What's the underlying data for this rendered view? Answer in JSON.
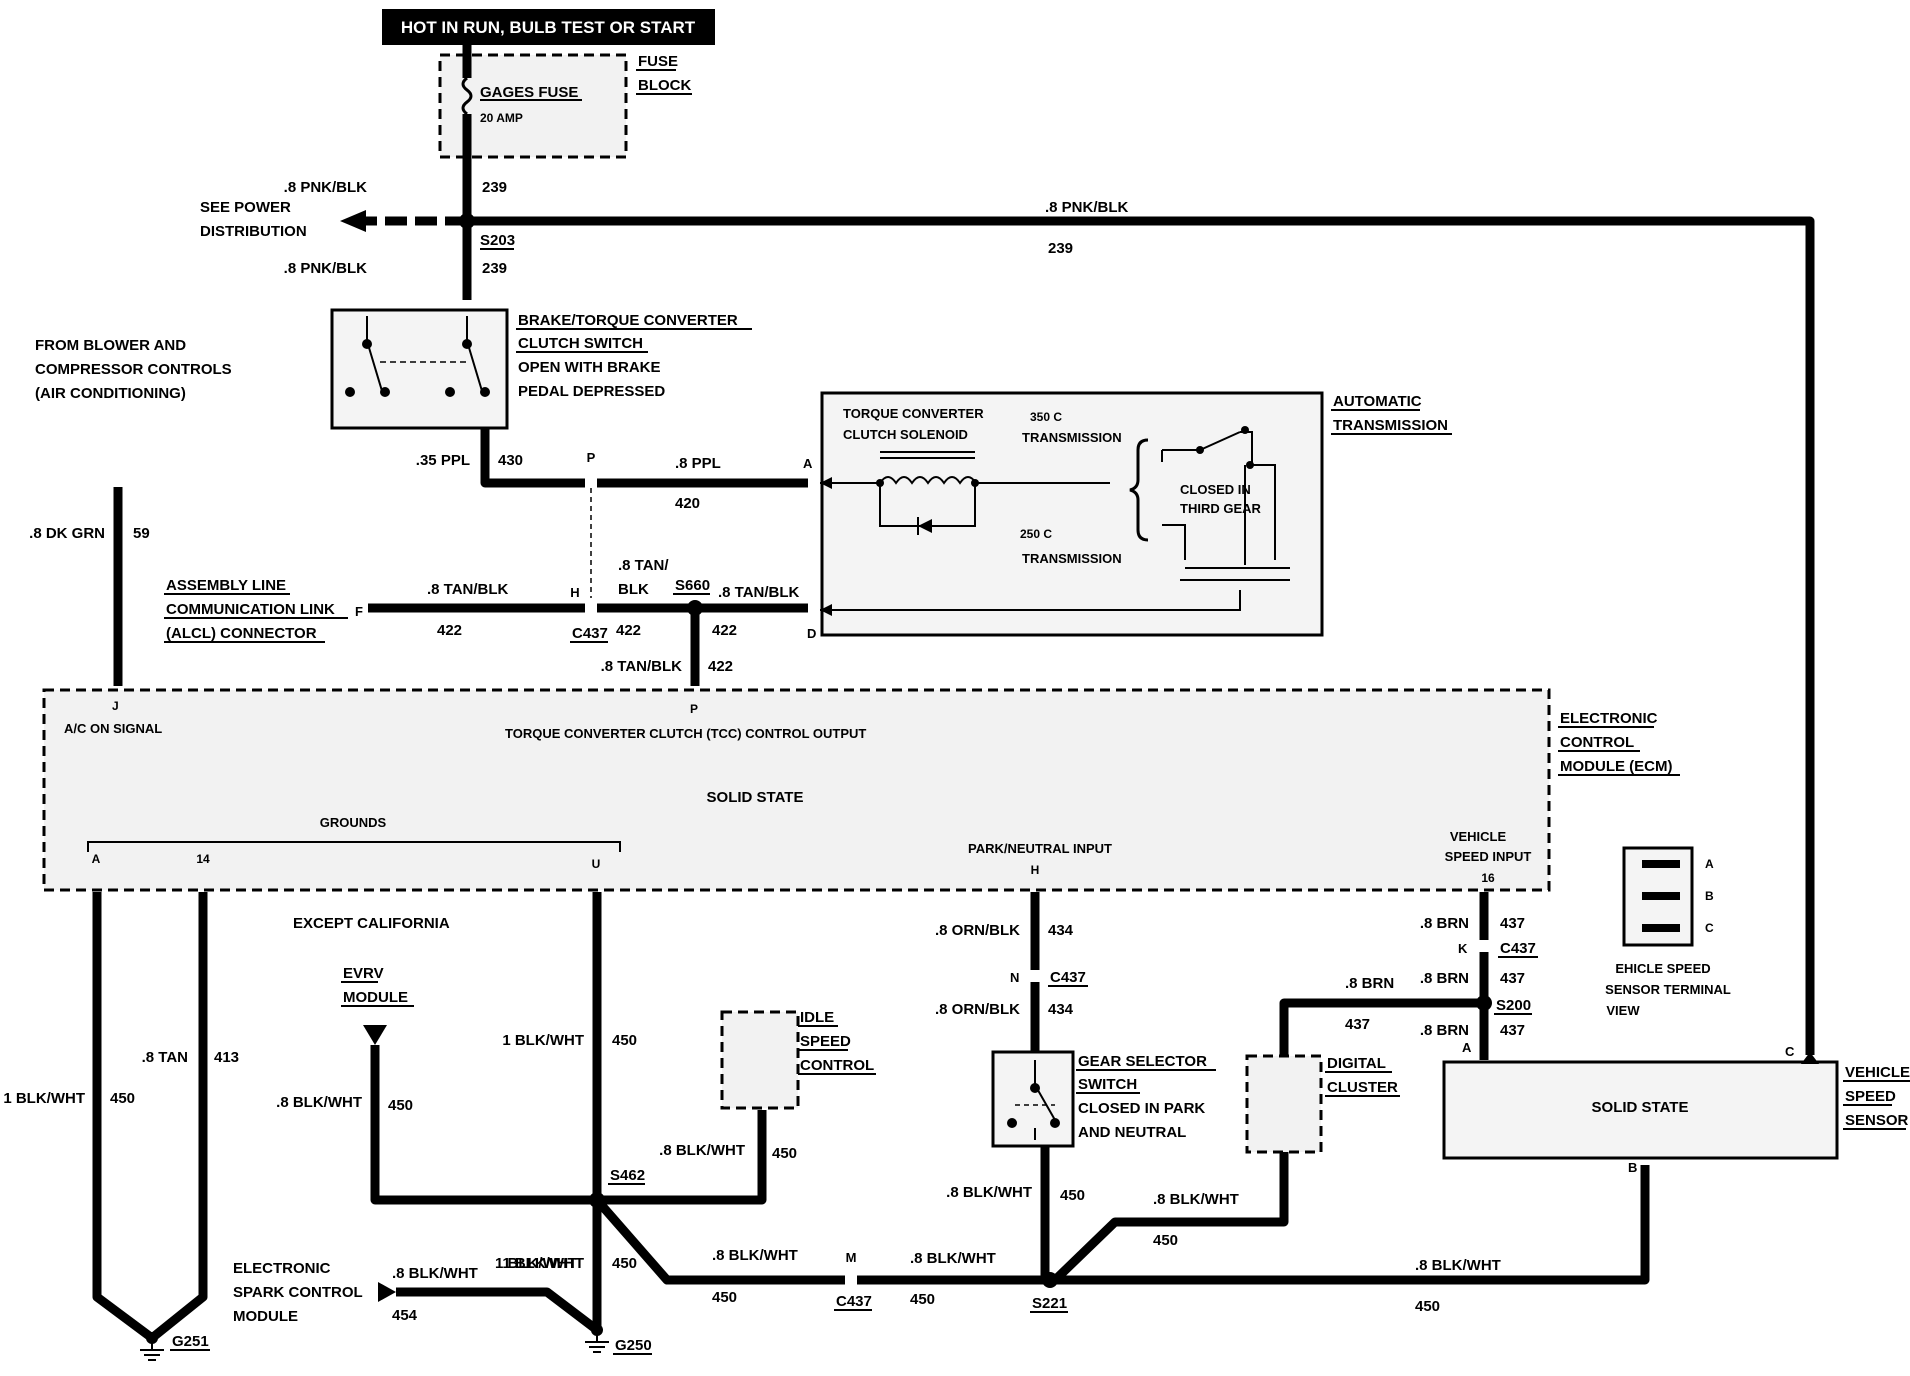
{
  "header": {
    "title": "HOT IN RUN,  BULB TEST OR START"
  },
  "fuse_block": {
    "fuse_name": "GAGES FUSE",
    "rating": "20 AMP",
    "label_line1": "FUSE",
    "label_line2": "BLOCK"
  },
  "power": {
    "see_line1": "SEE POWER",
    "see_line2": "DISTRIBUTION",
    "splice": "S203"
  },
  "brake_switch": {
    "line1": "BRAKE/TORQUE CONVERTER",
    "line2": "CLUTCH SWITCH",
    "line3": "OPEN WITH BRAKE",
    "line4": "PEDAL DEPRESSED"
  },
  "blower": {
    "line1": "FROM BLOWER AND",
    "line2": "COMPRESSOR CONTROLS",
    "line3": "(AIR CONDITIONING)"
  },
  "transmission": {
    "name_line1": "AUTOMATIC",
    "name_line2": "TRANSMISSION",
    "solenoid_line1": "TORQUE CONVERTER",
    "solenoid_line2": "CLUTCH SOLENOID",
    "t350_line1": "350 C",
    "t350_line2": "TRANSMISSION",
    "t250_line1": "250 C",
    "t250_line2": "TRANSMISSION",
    "closed_line1": "CLOSED IN",
    "closed_line2": "THIRD GEAR",
    "pin_a": "A",
    "pin_d": "D"
  },
  "alcl": {
    "line1": "ASSEMBLY LINE",
    "line2": "COMMUNICATION LINK",
    "line3": "(ALCL) CONNECTOR",
    "pin": "F"
  },
  "ecm": {
    "name_line1": "ELECTRONIC",
    "name_line2": "CONTROL",
    "name_line3": "MODULE (ECM)",
    "ac_signal": "A/C ON SIGNAL",
    "tcc_output": "TORQUE CONVERTER CLUTCH (TCC) CONTROL OUTPUT",
    "solid_state": "SOLID STATE",
    "grounds": "GROUNDS",
    "park_neutral": "PARK/NEUTRAL INPUT",
    "vss_line1": "VEHICLE",
    "vss_line2": "SPEED INPUT",
    "pin_j": "J",
    "pin_p": "P",
    "pin_a": "A",
    "pin_14": "14",
    "pin_u": "U",
    "pin_h": "H",
    "pin_16": "16"
  },
  "wires": {
    "w_239_a": ".8 PNK/BLK",
    "w_239_b": ".8 PNK/BLK",
    "w_239_c": ".8 PNK/BLK",
    "c239": "239",
    "w_430": ".35 PPL",
    "c430": "430",
    "w_420": ".8 PPL",
    "c420": "420",
    "w_59": ".8 DK GRN",
    "c59": "59",
    "w_422_a": ".8 TAN/BLK",
    "w_422_b1": ".8 TAN/",
    "w_422_b2": "BLK",
    "w_422_c": ".8 TAN/BLK",
    "w_422_d": ".8 TAN/BLK",
    "c422": "422",
    "w_413": ".8 TAN",
    "c413": "413",
    "w_450_1": "1 BLK/WHT",
    "w_450_8": ".8 BLK/WHT",
    "c450": "450",
    "c454": "454",
    "w_434": ".8 ORN/BLK",
    "c434": "434",
    "w_437": ".8 BRN",
    "c437": "437"
  },
  "connectors": {
    "c437": "C437",
    "s660": "S660",
    "s462": "S462",
    "s221": "S221",
    "s200": "S200",
    "g251": "G251",
    "g250": "G250",
    "pin_p": "P",
    "pin_h": "H",
    "pin_n": "N",
    "pin_k": "K",
    "pin_m": "M",
    "pin_a": "A",
    "pin_b": "B",
    "pin_c": "C"
  },
  "except_ca": "EXCEPT CALIFORNIA",
  "evrv": {
    "line1": "EVRV",
    "line2": "MODULE"
  },
  "idle": {
    "line1": "IDLE",
    "line2": "SPEED",
    "line3": "CONTROL"
  },
  "gear_switch": {
    "line1": "GEAR SELECTOR",
    "line2": "SWITCH",
    "line3": "CLOSED IN PARK",
    "line4": "AND NEUTRAL"
  },
  "cluster": {
    "line1": "DIGITAL",
    "line2": "CLUSTER"
  },
  "vss": {
    "name_line1": "VEHICLE",
    "name_line2": "SPEED",
    "name_line3": "SENSOR",
    "solid_state": "SOLID STATE",
    "term_line1": "EHICLE SPEED",
    "term_line2": "SENSOR TERMINAL",
    "term_line3": "VIEW",
    "term_a": "A",
    "term_b": "B",
    "term_c": "C"
  },
  "esc": {
    "line1": "ELECTRONIC",
    "line2": "SPARK CONTROL",
    "line3": "MODULE"
  }
}
